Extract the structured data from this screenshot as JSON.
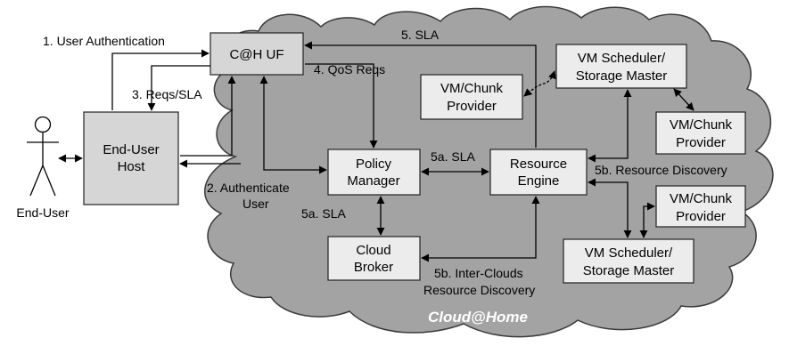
{
  "cloud": {
    "title": "Cloud@Home"
  },
  "actor": {
    "label": "End-User"
  },
  "nodes": {
    "user_host": {
      "line1": "End-User",
      "line2": "Host"
    },
    "ch_uf": {
      "line1": "C@H UF"
    },
    "policy_manager": {
      "line1": "Policy",
      "line2": "Manager"
    },
    "resource_engine": {
      "line1": "Resource",
      "line2": "Engine"
    },
    "cloud_broker": {
      "line1": "Cloud",
      "line2": "Broker"
    },
    "chunk_provider_1": {
      "line1": "VM/Chunk",
      "line2": "Provider"
    },
    "scheduler_1": {
      "line1": "VM Scheduler/",
      "line2": "Storage Master"
    },
    "chunk_provider_2": {
      "line1": "VM/Chunk",
      "line2": "Provider"
    },
    "chunk_provider_3": {
      "line1": "VM/Chunk",
      "line2": "Provider"
    },
    "scheduler_2": {
      "line1": "VM Scheduler/",
      "line2": "Storage Master"
    }
  },
  "edge_labels": {
    "user_auth": "1. User Authentication",
    "authenticate_user_1": "2. Authenticate",
    "authenticate_user_2": "User",
    "reqs_sla": "3. Reqs/SLA",
    "qos_reqs": "4. QoS Reqs",
    "sla": "5. SLA",
    "sla_5a_top": "5a. SLA",
    "sla_5a_left": "5a. SLA",
    "resource_discovery": "5b. Resource Discovery",
    "inter_clouds_1": "5b. Inter-Clouds",
    "inter_clouds_2": "Resource Discovery"
  },
  "colors": {
    "cloud_fill": "#a3a3a3",
    "cloud_stroke": "#3a3a3a",
    "box_light": "#ececec",
    "box_dark": "#d6d6d6"
  }
}
